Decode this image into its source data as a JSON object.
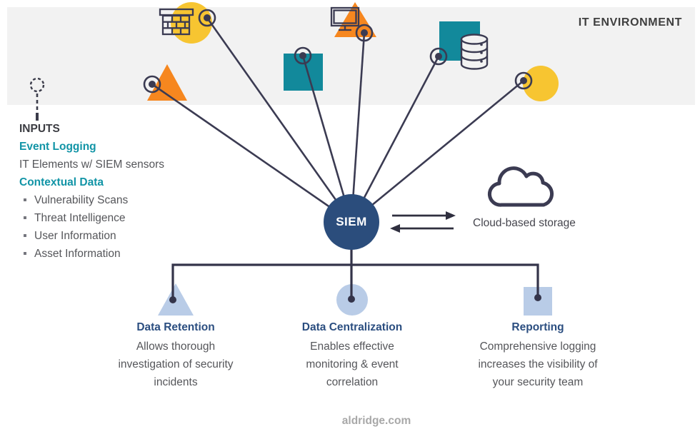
{
  "banner": {
    "title": "IT ENVIRONMENT",
    "elements": [
      {
        "shape": "triangle",
        "color": "#F6871F",
        "icon": null,
        "sensor": true
      },
      {
        "shape": "circle",
        "color": "#F7C531",
        "icon": "firewall-icon",
        "sensor": true
      },
      {
        "shape": "square",
        "color": "#12899B",
        "icon": null,
        "sensor": true
      },
      {
        "shape": "triangle",
        "color": "#F6871F",
        "icon": "monitor-icon",
        "sensor": true
      },
      {
        "shape": "square",
        "color": "#12899B",
        "icon": "database-icon",
        "sensor": true
      },
      {
        "shape": "circle",
        "color": "#F7C531",
        "icon": null,
        "sensor": true
      }
    ]
  },
  "inputs": {
    "heading": "INPUTS",
    "event_logging": "Event Logging",
    "it_elements": "IT Elements w/ SIEM sensors",
    "contextual_data": "Contextual Data",
    "bullets": [
      "Vulnerability Scans",
      "Threat Intelligence",
      "User Information",
      "Asset Information"
    ]
  },
  "siem": {
    "label": "SIEM"
  },
  "cloud": {
    "label": "Cloud-based storage"
  },
  "outputs": [
    {
      "title": "Data Retention",
      "icon": "triangle",
      "lines": [
        "Allows thorough",
        "investigation of security",
        "incidents"
      ]
    },
    {
      "title": "Data Centralization",
      "icon": "circle",
      "lines": [
        "Enables effective",
        "monitoring & event",
        "correlation"
      ]
    },
    {
      "title": "Reporting",
      "icon": "square",
      "lines": [
        "Comprehensive logging",
        "increases the visibility of",
        "your security team"
      ]
    }
  ],
  "footer": {
    "text": "aldridge.com"
  },
  "colors": {
    "banner_bg": "#F2F2F2",
    "teal": "#12899B",
    "orange": "#F6871F",
    "yellow": "#F7C531",
    "siem_navy": "#2B4D7C",
    "light_blue": "#B9CCE7",
    "line_dark": "#3B3B52",
    "teal_text": "#1194A6",
    "title_blue": "#2B4E80",
    "body_gray": "#55565A"
  }
}
